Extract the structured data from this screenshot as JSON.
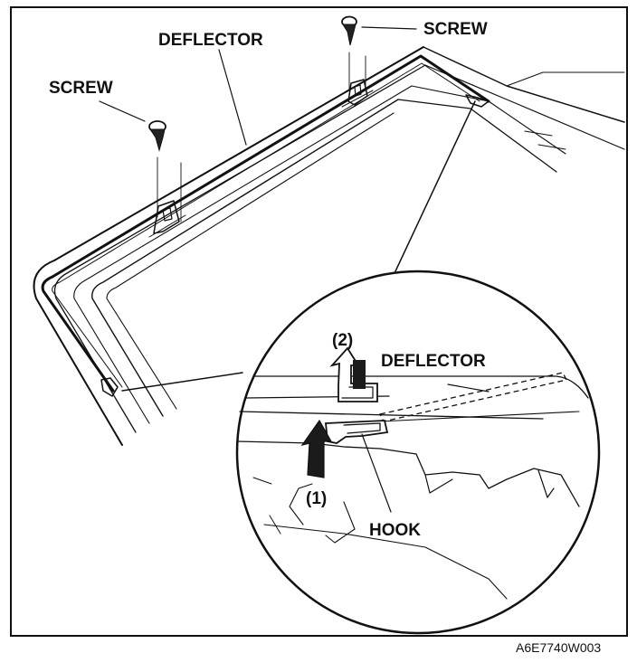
{
  "labels": {
    "deflector_top": "DEFLECTOR",
    "screw_right": "SCREW",
    "screw_left": "SCREW",
    "step_2": "(2)",
    "deflector_detail": "DEFLECTOR",
    "step_1": "(1)",
    "hook": "HOOK"
  },
  "figure_code": "A6E7740W003"
}
